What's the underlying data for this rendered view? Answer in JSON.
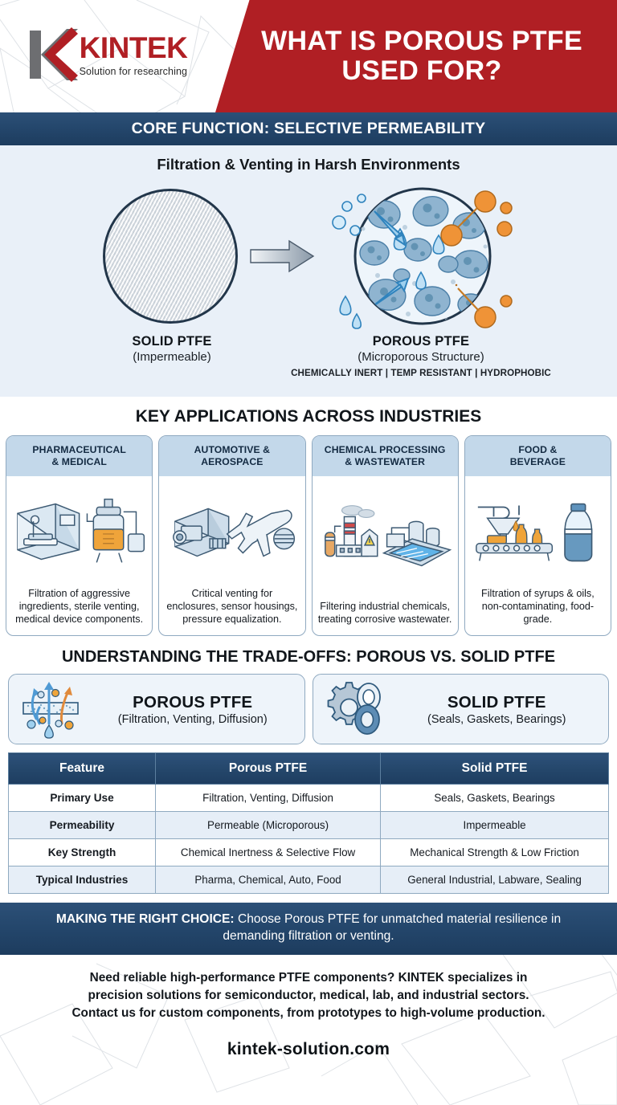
{
  "brand": {
    "name": "KINTEK",
    "tagline": "Solution for researching",
    "logo_icon": "kintek-k-logo",
    "red": "#b01f24",
    "navy": "#23456a"
  },
  "header": {
    "title": "WHAT IS POROUS PTFE USED FOR?"
  },
  "core": {
    "bar_title": "CORE FUNCTION: SELECTIVE PERMEABILITY",
    "subtitle": "Filtration & Venting in Harsh Environments",
    "left": {
      "icon": "solid-ptfe-disc-icon",
      "label": "SOLID PTFE",
      "sublabel": "(Impermeable)"
    },
    "arrow_icon": "right-arrow-icon",
    "right": {
      "icon": "porous-ptfe-disc-icon",
      "label": "POROUS PTFE",
      "sublabel": "(Microporous Structure)",
      "properties": "CHEMICALLY INERT | TEMP RESISTANT | HYDROPHOBIC"
    }
  },
  "applications": {
    "heading": "KEY APPLICATIONS ACROSS INDUSTRIES",
    "cards": [
      {
        "title": "PHARMACEUTICAL\n& MEDICAL",
        "title_l1": "PHARMACEUTICAL",
        "title_l2": "& MEDICAL",
        "icon": "medical-scanner-and-bioreactor-icon",
        "text": "Filtration of aggressive ingredients, sterile venting, medical device components."
      },
      {
        "title_l1": "AUTOMOTIVE &",
        "title_l2": "AEROSPACE",
        "icon": "engine-and-airplane-icon",
        "text": "Critical venting for enclosures, sensor housings, pressure equalization."
      },
      {
        "title_l1": "CHEMICAL PROCESSING",
        "title_l2": "& WASTEWATER",
        "icon": "chemical-plant-and-water-treatment-icon",
        "text": "Filtering industrial chemicals, treating corrosive wastewater."
      },
      {
        "title_l1": "FOOD &",
        "title_l2": "BEVERAGE",
        "icon": "bottling-line-and-water-bottle-icon",
        "text": "Filtration of syrups & oils, non-contaminating, food-grade."
      }
    ]
  },
  "tradeoffs": {
    "heading": "UNDERSTANDING THE TRADE-OFFS: POROUS VS. SOLID PTFE",
    "cards": [
      {
        "icon": "permeable-membrane-flow-icon",
        "title": "POROUS PTFE",
        "subtitle": "(Filtration, Venting, Diffusion)"
      },
      {
        "icon": "gear-and-gasket-rings-icon",
        "title": "SOLID PTFE",
        "subtitle": "(Seals, Gaskets, Bearings)"
      }
    ]
  },
  "comparison": {
    "columns": [
      "Feature",
      "Porous PTFE",
      "Solid PTFE"
    ],
    "rows": [
      {
        "feature": "Primary Use",
        "porous": "Filtration, Venting, Diffusion",
        "solid": "Seals, Gaskets, Bearings"
      },
      {
        "feature": "Permeability",
        "porous": "Permeable (Microporous)",
        "solid": "Impermeable"
      },
      {
        "feature": "Key Strength",
        "porous": "Chemical Inertness & Selective Flow",
        "solid": "Mechanical Strength & Low Friction"
      },
      {
        "feature": "Typical Industries",
        "porous": "Pharma, Chemical, Auto, Food",
        "solid": "General Industrial, Labware, Sealing"
      }
    ]
  },
  "choice": {
    "label": "MAKING THE RIGHT CHOICE:",
    "text": " Choose Porous PTFE for unmatched material resilience in demanding filtration or venting."
  },
  "footer": {
    "line1": "Need reliable high-performance PTFE components? KINTEK specializes in",
    "line2": "precision solutions for semiconductor, medical, lab, and industrial sectors.",
    "line3": "Contact us for custom components, from prototypes to high-volume production.",
    "url": "kintek-solution.com"
  }
}
